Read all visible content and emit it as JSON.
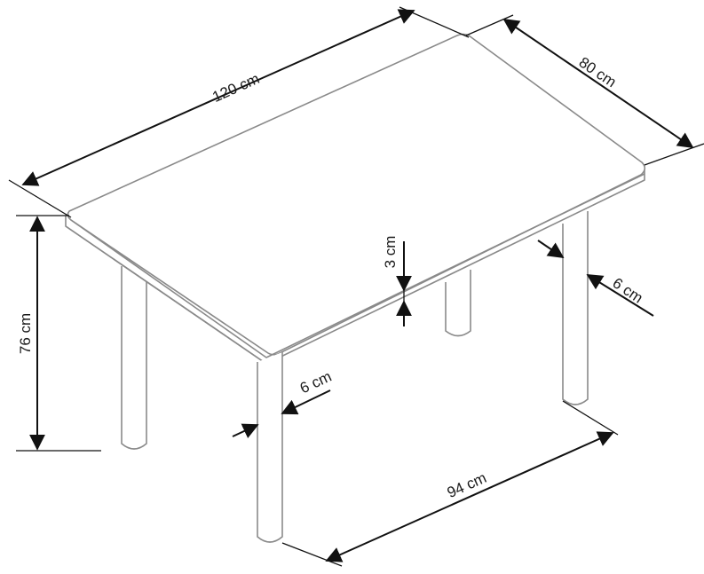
{
  "diagram": {
    "dimensions": {
      "length": "120 cm",
      "width": "80 cm",
      "height": "76 cm",
      "top_thickness": "3 cm",
      "leg_front": "6 cm",
      "leg_right": "6 cm",
      "leg_spacing": "94 cm"
    },
    "colors": {
      "outline": "#8a8a8a",
      "dimension_line": "#111111",
      "background": "#ffffff"
    }
  }
}
